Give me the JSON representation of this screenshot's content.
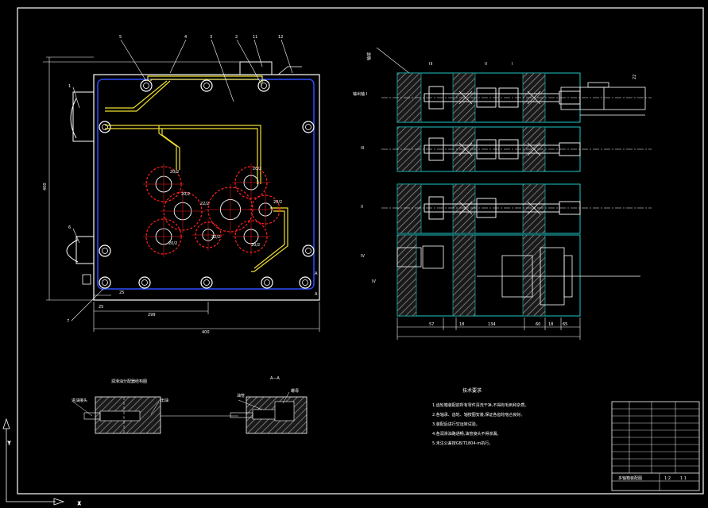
{
  "colors": {
    "background": "#000000",
    "line": "#ffffff",
    "housing": "#2f4fff",
    "gear": "#ff2020",
    "oil_path": "#f0e030",
    "section": "#20c8c8",
    "hatch": "#8a8a8a"
  },
  "front_view": {
    "balloons": [
      "5",
      "4",
      "3",
      "2",
      "11",
      "12",
      "1",
      "6",
      "7"
    ],
    "dims": {
      "overall_width": "400",
      "inner_width": "299",
      "left_offset": "25",
      "small": "25",
      "height": "400"
    },
    "gear_labels": [
      "20/2",
      "20/2",
      "22/2",
      "22/2",
      "20/2",
      "20/2",
      "20/2",
      "20/2"
    ],
    "section_marks": [
      "A",
      "A"
    ]
  },
  "side_view": {
    "header": [
      "III",
      "II",
      "I"
    ],
    "row_labels": [
      "输出轴 I",
      "III",
      "II",
      "IV"
    ],
    "dims": [
      "57",
      "18",
      "134",
      "60",
      "18",
      "65"
    ],
    "ref": "22",
    "top_label": "轴端"
  },
  "detail_left": {
    "title": "润滑油分配器结构图",
    "labels": [
      "进油接头",
      "出油"
    ]
  },
  "detail_right": {
    "title": "A—A",
    "labels": [
      "油管",
      "螺母"
    ]
  },
  "notes": {
    "title": "技术要求",
    "lines": [
      "1.齿轮箱装配前所有零件清洗干净,不得有毛刺和杂质。",
      "2.各轴承、齿轮、轴按图安装,保证各齿轮啮合良好。",
      "3.装配后进行空运转试验。",
      "4.各润滑油路通畅,油管接头不得渗漏。",
      "5.未注公差按GB/T1804-m执行。"
    ]
  },
  "title_block": {
    "rows": [
      [
        "",
        "",
        "",
        ""
      ],
      [
        "",
        "",
        "",
        ""
      ],
      [
        "",
        "",
        "",
        ""
      ],
      [
        "",
        "",
        "",
        ""
      ],
      [
        "",
        "",
        "",
        ""
      ],
      [
        "",
        "",
        "",
        ""
      ],
      [
        "",
        "",
        "",
        ""
      ],
      [
        "",
        "",
        "",
        ""
      ],
      [
        "",
        "",
        "",
        ""
      ],
      [
        "",
        "",
        "",
        ""
      ]
    ],
    "name": "多轴箱装配图",
    "scale": "1:2",
    "sheet": "1  1"
  }
}
